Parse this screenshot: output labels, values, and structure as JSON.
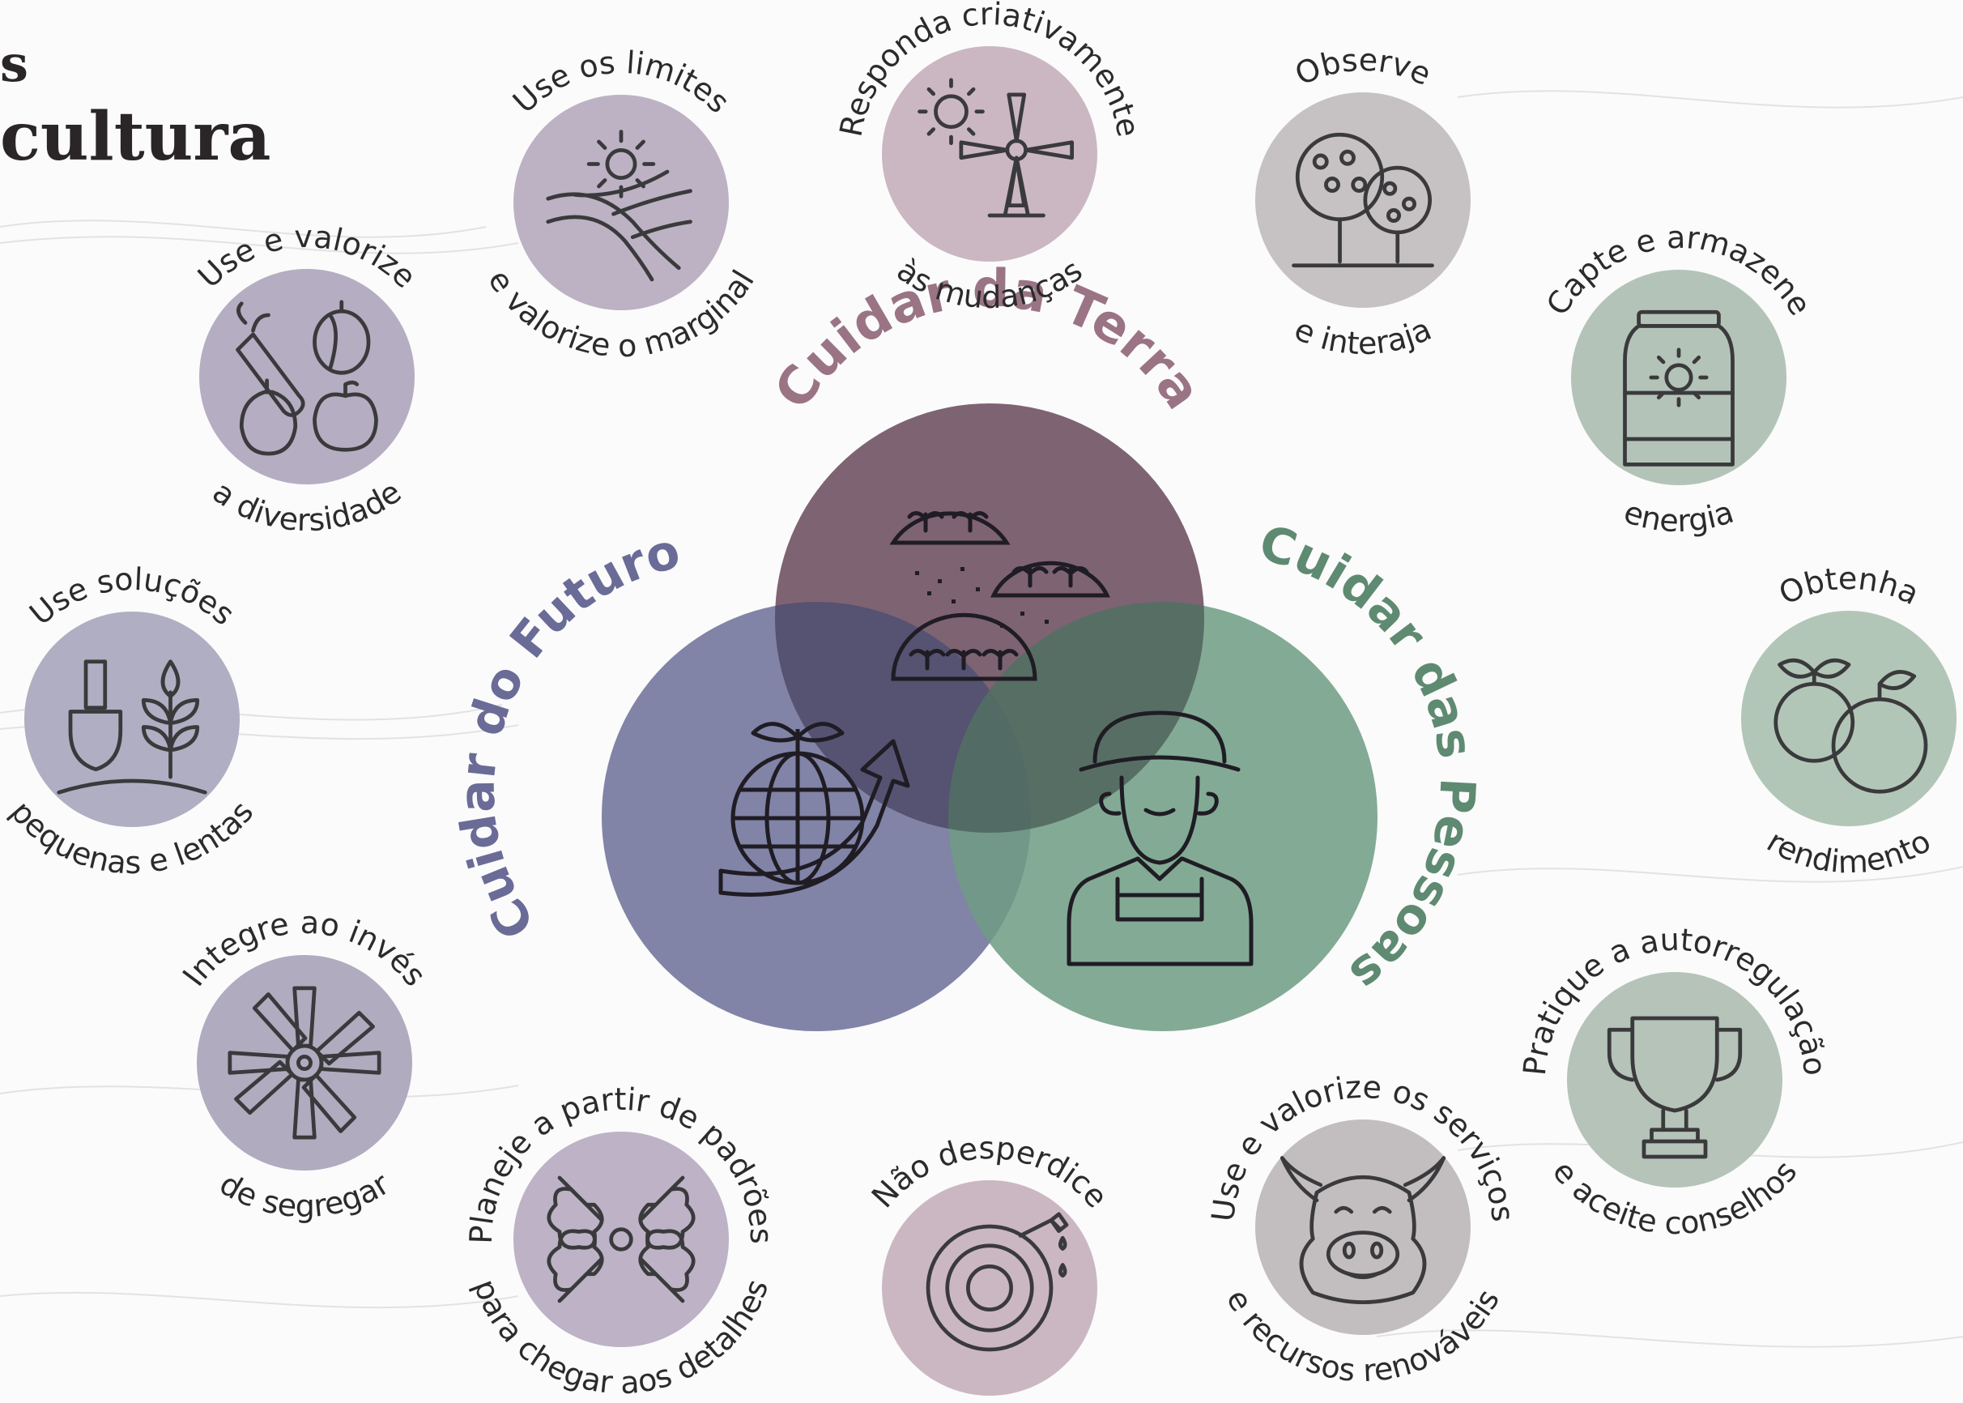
{
  "header": {
    "title_line1": "s",
    "title_line2": "cultura"
  },
  "ethics": {
    "earth": {
      "label": "Cuidar da Terra",
      "color": "#a88494",
      "text_color": "#9a7484"
    },
    "future": {
      "label": "Cuidar do Futuro",
      "color": "#6c6f98",
      "text_color": "#6a6b96"
    },
    "people": {
      "label": "Cuidar das Pessoas",
      "color": "#6f9c84",
      "text_color": "#5f8a72"
    }
  },
  "principles": [
    {
      "id": "limits",
      "top": "Use os limites",
      "bottom": "e valorize o marginal",
      "icon": "fields-sun-icon",
      "color": "#bdb2c4"
    },
    {
      "id": "respond",
      "top": "Responda criativamente",
      "bottom": "às mudanças",
      "icon": "windmill-sun-icon",
      "color": "#cbb7c1"
    },
    {
      "id": "observe",
      "top": "Observe",
      "bottom": "e interaja",
      "icon": "trees-icon",
      "color": "#c6c2c3"
    },
    {
      "id": "diversity",
      "top": "Use e valorize",
      "bottom": "a diversidade",
      "icon": "fruits-vegetables-icon",
      "color": "#b5adc1"
    },
    {
      "id": "energy",
      "top": "Capte e armazene",
      "bottom": "energia",
      "icon": "energy-jar-icon",
      "color": "#b4c3b8"
    },
    {
      "id": "small",
      "top": "Use soluções",
      "bottom": "pequenas e lentas",
      "icon": "trowel-plant-icon",
      "color": "#b0aec3"
    },
    {
      "id": "yield",
      "top": "Obtenha",
      "bottom": "rendimento",
      "icon": "fruits-icon",
      "color": "#b2c6b7"
    },
    {
      "id": "integrate",
      "top": "Integre ao invés",
      "bottom": "de segregar",
      "icon": "integration-icon",
      "color": "#b0abbf"
    },
    {
      "id": "selfreg",
      "top": "Pratique a autorregulação",
      "bottom": "e aceite conselhos",
      "icon": "trophy-icon",
      "color": "#b5c3b8"
    },
    {
      "id": "patterns",
      "top": "Planeje a partir de padrões",
      "bottom": "para chegar aos detalhes",
      "icon": "leaf-pattern-icon",
      "color": "#bdb2c6"
    },
    {
      "id": "waste",
      "top": "Não desperdice",
      "bottom": "",
      "icon": "hose-icon",
      "color": "#cbb7c2"
    },
    {
      "id": "services",
      "top": "Use e valorize os serviços",
      "bottom": "e recursos renováveis",
      "icon": "cow-icon",
      "color": "#c2bec0"
    }
  ]
}
